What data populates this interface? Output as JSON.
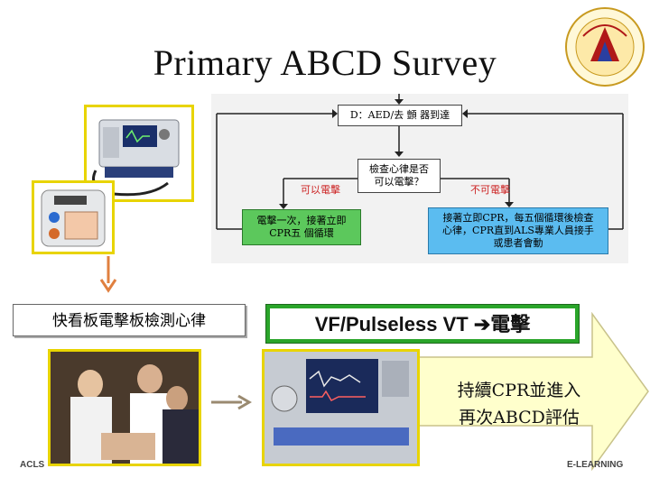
{
  "slide": {
    "title": "Primary ABCD Survey",
    "label_left": "快看板電擊板檢測心律",
    "label_vf": "VF/Pulseless VT",
    "label_vf_action": "電擊",
    "arrow_line1": "持續CPR並進入",
    "arrow_line2": "再次ABCD評估",
    "footer_left": "ACLS",
    "footer_right": "E-LEARNING"
  },
  "flowchart": {
    "d_box": "D：AED/去 顫 器到達",
    "check_line1": "檢查心律是否",
    "check_line2": "可以電擊？",
    "shockable": "可以電擊",
    "not_shockable": "不可電擊",
    "shock_line1": "電擊一次，接著立即",
    "shock_line2": "CPR五 個循環",
    "cpr_line1": "接著立即CPR，每五個循環後檢查",
    "cpr_line2": "心律，CPR直到ALS專業人員接手",
    "cpr_line3": "或患者會動"
  },
  "colors": {
    "frame": "#e8d400",
    "vf_border": "#2aa52a",
    "arrow_fill": "#ffffcc",
    "shock_box": "#5cc85c",
    "cpr_box": "#5bbcf0",
    "red_text": "#cc2222"
  }
}
